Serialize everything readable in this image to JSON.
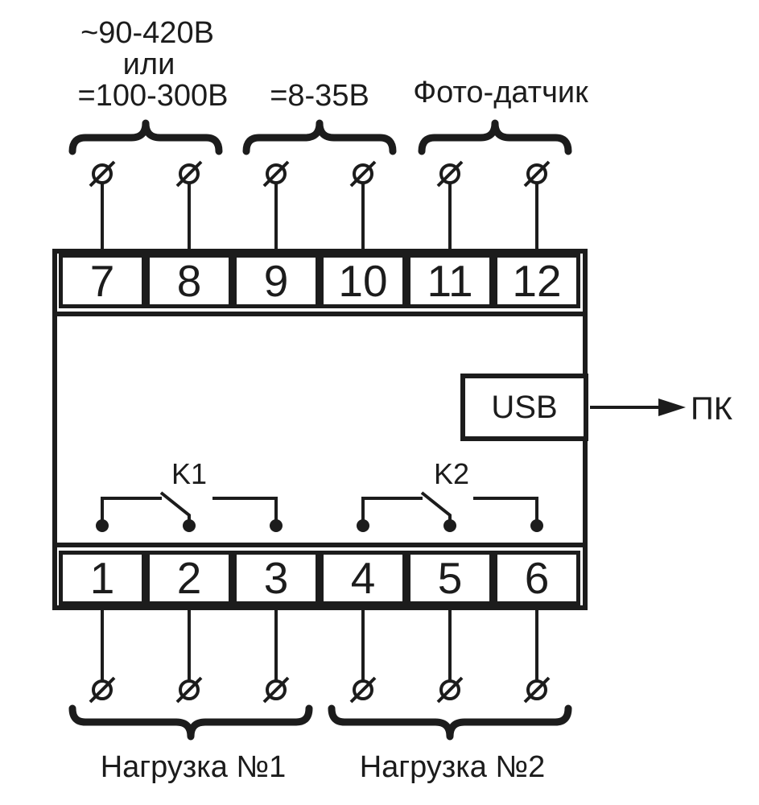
{
  "colors": {
    "ink": "#1c1c1c",
    "background": "#ffffff"
  },
  "top_connections": {
    "power": {
      "lines": [
        "~90-420В",
        "или",
        "=100-300В"
      ]
    },
    "low_voltage": {
      "label": "=8-35В"
    },
    "photo_sensor": {
      "label": "Фото-датчик"
    }
  },
  "terminals": {
    "top": [
      "7",
      "8",
      "9",
      "10",
      "11",
      "12"
    ],
    "bottom": [
      "1",
      "2",
      "3",
      "4",
      "5",
      "6"
    ]
  },
  "relays": {
    "k1": "K1",
    "k2": "K2"
  },
  "usb": {
    "label": "USB"
  },
  "pc": {
    "label": "ПК"
  },
  "loads": {
    "load1": "Нагрузка №1",
    "load2": "Нагрузка №2"
  }
}
